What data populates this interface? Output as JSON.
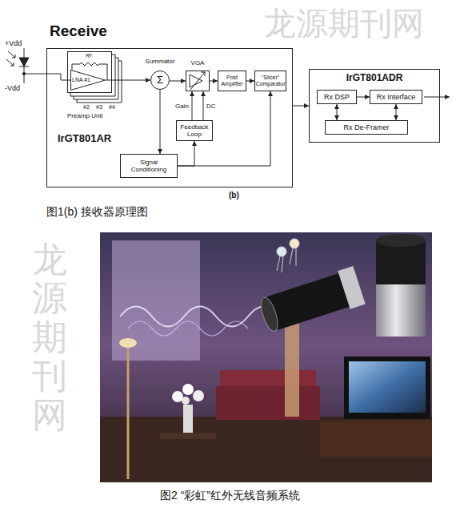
{
  "diagram": {
    "title": "Receive",
    "caption": "图1(b) 接收器原理图",
    "nodes": [
      {
        "text": [
          "IrGT801AR"
        ]
      },
      {
        "text": [
          "Preamp Unit"
        ],
        "in": 0
      },
      {
        "text": [
          "LNA #1"
        ],
        "in": 1
      },
      {
        "text": [
          "Σ",
          "Summator"
        ],
        "in": 0
      },
      {
        "text": [
          "VGA"
        ],
        "in": 0
      },
      {
        "text": [
          "Post Amplifier"
        ],
        "in": 0
      },
      {
        "text": [
          "\"Slicer\" Comparator"
        ],
        "in": 0
      },
      {
        "text": [
          "Feedback Loop"
        ],
        "in": 0
      },
      {
        "text": [
          "Signal Conditioning"
        ],
        "in": 0
      },
      {
        "text": [
          "IrGT801ADR"
        ]
      },
      {
        "text": [
          "Rx DSP"
        ],
        "in": 9
      },
      {
        "text": [
          "Rx Interface"
        ],
        "in": 9
      },
      {
        "text": [
          "Rx De-Framer"
        ],
        "in": 9
      }
    ],
    "edges": [
      {
        "from": 1,
        "to": 3,
        "arrow": "to"
      },
      {
        "from": 3,
        "to": 4,
        "arrow": "to"
      },
      {
        "from": 4,
        "to": 5,
        "arrow": "to"
      },
      {
        "from": 5,
        "to": 6,
        "arrow": "to"
      },
      {
        "from": 7,
        "to": 4,
        "label": "Gain",
        "arrow": "to"
      },
      {
        "from": 7,
        "to": 4,
        "label": "DC",
        "arrow": "to"
      },
      {
        "from": 3,
        "to": 8,
        "arrow": "to"
      },
      {
        "from": 8,
        "to": 7,
        "arrow": "to"
      },
      {
        "from": 8,
        "to": 6,
        "arrow": "to"
      },
      {
        "from": 0,
        "to": 9,
        "arrow": "to"
      },
      {
        "from": 10,
        "to": 11,
        "arrow": "to"
      },
      {
        "from": 10,
        "to": 12,
        "arrow": "both"
      },
      {
        "from": 11,
        "to": 12,
        "arrow": "both"
      }
    ],
    "labels": [
      "+Vdd",
      "-Vdd",
      "Rf",
      "#2",
      "#3",
      "#4",
      "(b)",
      "图2 “彩虹”红外无线音频系统",
      "龙源期刊网",
      "龙源期刊网"
    ]
  }
}
